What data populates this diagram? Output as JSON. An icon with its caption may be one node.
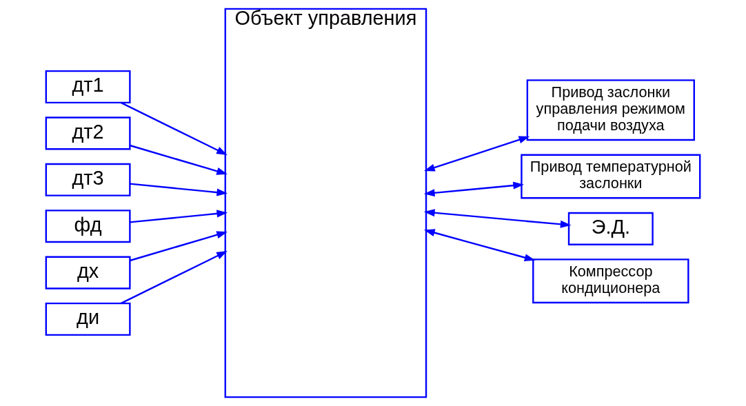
{
  "diagram": {
    "nodes": [
      {
        "text": [
          "дт1"
        ]
      },
      {
        "text": [
          "дт2"
        ]
      },
      {
        "text": [
          "дт3"
        ]
      },
      {
        "text": [
          "фд"
        ]
      },
      {
        "text": [
          "дх"
        ]
      },
      {
        "text": [
          "ди"
        ]
      },
      {
        "text": [
          "Объект управления"
        ]
      },
      {
        "text": [
          "Привод заслонки управления режимом подачи воздуха"
        ]
      },
      {
        "text": [
          "Привод температурной заслонки"
        ]
      },
      {
        "text": [
          "Э.Д."
        ]
      },
      {
        "text": [
          "Компрессор кондиционера"
        ]
      }
    ],
    "edges": [
      {
        "from": 0,
        "to": 6,
        "arrow": "to"
      },
      {
        "from": 1,
        "to": 6,
        "arrow": "to"
      },
      {
        "from": 2,
        "to": 6,
        "arrow": "to"
      },
      {
        "from": 3,
        "to": 6,
        "arrow": "to"
      },
      {
        "from": 4,
        "to": 6,
        "arrow": "to"
      },
      {
        "from": 5,
        "to": 6,
        "arrow": "to"
      },
      {
        "from": 6,
        "to": 7,
        "arrow": "both"
      },
      {
        "from": 6,
        "to": 8,
        "arrow": "both"
      },
      {
        "from": 6,
        "to": 9,
        "arrow": "both"
      },
      {
        "from": 6,
        "to": 10,
        "arrow": "both"
      }
    ]
  }
}
